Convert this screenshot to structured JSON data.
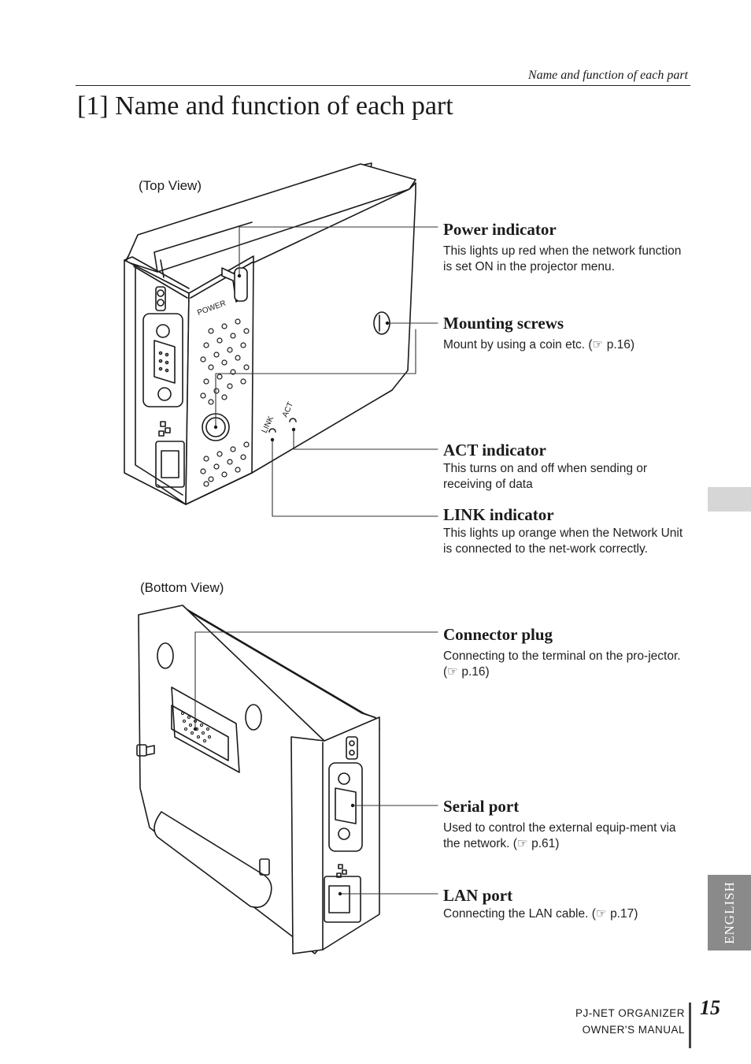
{
  "header": {
    "running_head": "Name and function of each part",
    "title": "[1] Name and function of each part"
  },
  "views": {
    "top_label": "(Top View)",
    "bottom_label": "(Bottom View)"
  },
  "callouts": [
    {
      "title": "Power indicator",
      "description": "This lights up red when the network function is set ON in the projector menu."
    },
    {
      "title": "Mounting screws",
      "description": "Mount by using a coin etc. (☞ p.16)"
    },
    {
      "title": "ACT indicator",
      "description": "This turns on and off when sending or receiving of data"
    },
    {
      "title": "LINK indicator",
      "description": "This lights up orange when the Network Unit is connected to the net-work correctly."
    },
    {
      "title": "Connector plug",
      "description": "Connecting to the terminal on the pro-jector. (☞ p.16)"
    },
    {
      "title": "Serial port",
      "description": "Used to control the external equip-ment via the network. (☞ p.61)"
    },
    {
      "title": "LAN port",
      "description": "Connecting the LAN cable. (☞ p.17)"
    }
  ],
  "footer": {
    "language_tab": "ENGLISH",
    "product_line_1": "PJ-NET ORGANIZER",
    "product_line_2": "OWNER'S MANUAL",
    "page_number": "15"
  }
}
